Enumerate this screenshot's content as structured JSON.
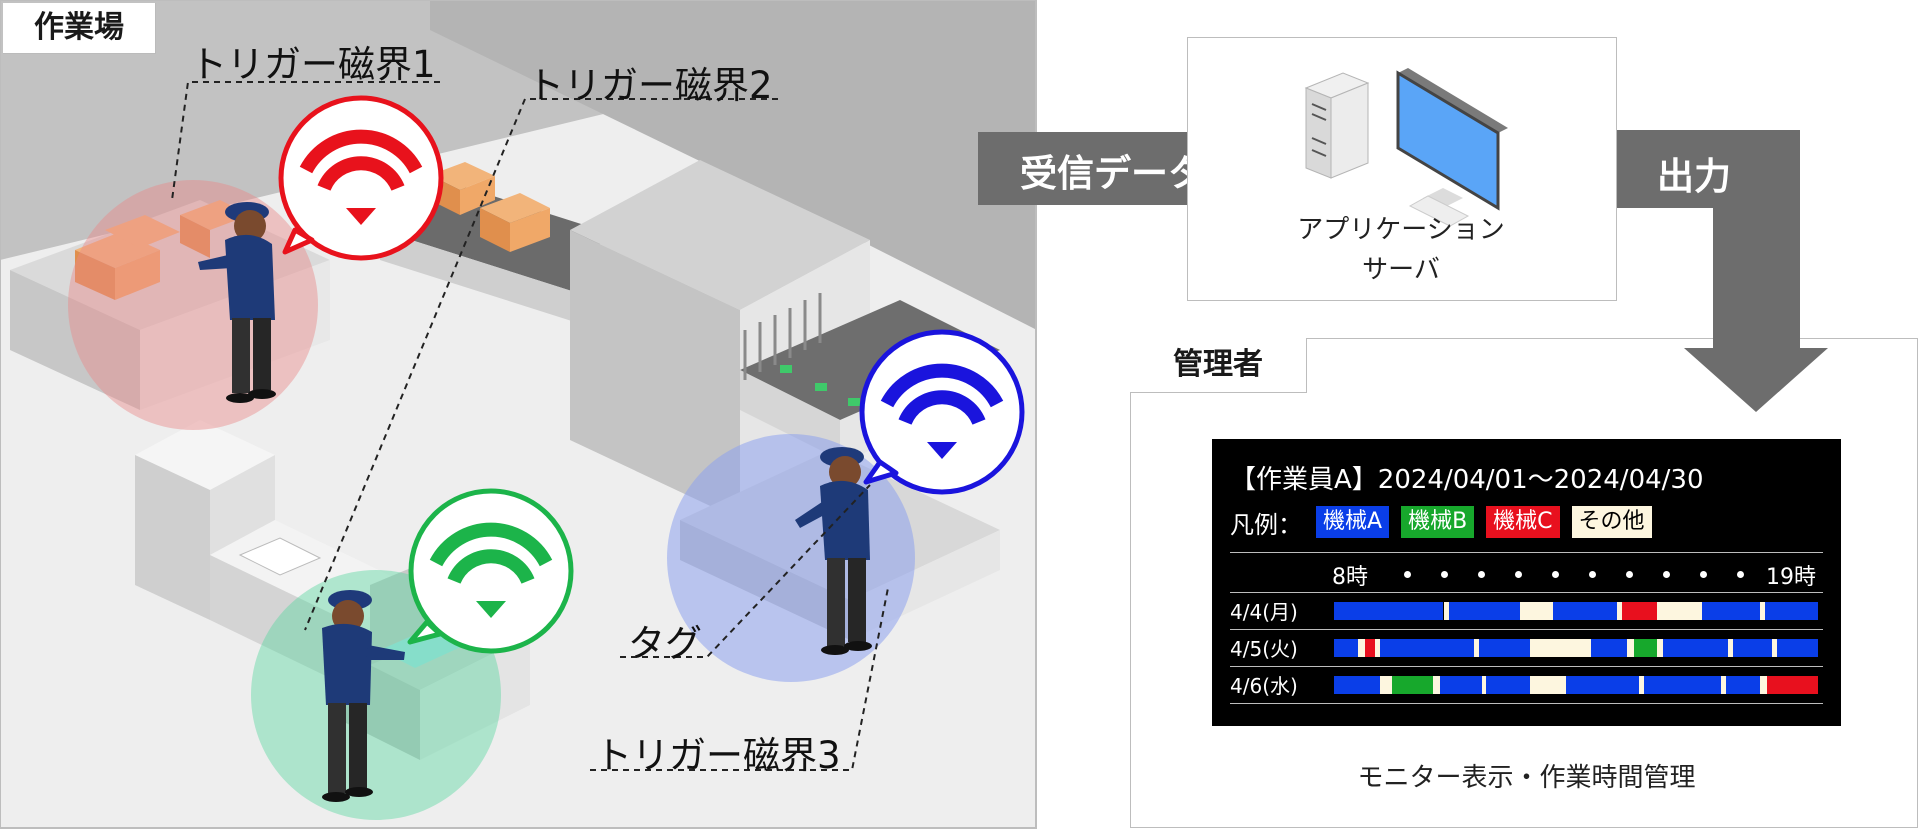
{
  "workplace": {
    "label": "作業場",
    "trigger1": "トリガー磁界1",
    "trigger2": "トリガー磁界2",
    "trigger3": "トリガー磁界3",
    "tag": "タグ",
    "signal_colors": {
      "red": "#e8121c",
      "green": "#1cb44a",
      "blue": "#1a14dd"
    }
  },
  "flow": {
    "received_data": "受信データ",
    "output": "出力"
  },
  "server": {
    "caption_line1": "アプリケーション",
    "caption_line2": "サーバ"
  },
  "admin": {
    "label": "管理者",
    "caption": "モニター表示・作業時間管理"
  },
  "monitor": {
    "title": "【作業員A】2024/04/01〜2024/04/30",
    "legend_title": "凡例：",
    "legend": [
      {
        "label": "機械A",
        "color": "#0a3ee8",
        "text_color": "#ffffff"
      },
      {
        "label": "機械B",
        "color": "#17a82c",
        "text_color": "#ffffff"
      },
      {
        "label": "機械C",
        "color": "#e8101e",
        "text_color": "#ffffff"
      },
      {
        "label": "その他",
        "color": "#fdf6df",
        "text_color": "#000000"
      }
    ],
    "hour_start": "8時",
    "hour_end": "19時",
    "days": [
      {
        "label": "4/4(月)",
        "segments": [
          {
            "start": 0.0,
            "end": 0.225,
            "cat": "A"
          },
          {
            "start": 0.228,
            "end": 0.238,
            "cat": "O"
          },
          {
            "start": 0.238,
            "end": 0.385,
            "cat": "A"
          },
          {
            "start": 0.385,
            "end": 0.452,
            "cat": "O"
          },
          {
            "start": 0.452,
            "end": 0.585,
            "cat": "A"
          },
          {
            "start": 0.585,
            "end": 0.595,
            "cat": "O"
          },
          {
            "start": 0.595,
            "end": 0.668,
            "cat": "C"
          },
          {
            "start": 0.668,
            "end": 0.76,
            "cat": "O"
          },
          {
            "start": 0.76,
            "end": 0.88,
            "cat": "A"
          },
          {
            "start": 0.88,
            "end": 0.89,
            "cat": "O"
          },
          {
            "start": 0.89,
            "end": 1.0,
            "cat": "A"
          }
        ]
      },
      {
        "label": "4/5(火)",
        "segments": [
          {
            "start": 0.0,
            "end": 0.05,
            "cat": "A"
          },
          {
            "start": 0.05,
            "end": 0.065,
            "cat": "O"
          },
          {
            "start": 0.065,
            "end": 0.085,
            "cat": "C"
          },
          {
            "start": 0.085,
            "end": 0.095,
            "cat": "O"
          },
          {
            "start": 0.095,
            "end": 0.29,
            "cat": "A"
          },
          {
            "start": 0.29,
            "end": 0.3,
            "cat": "O"
          },
          {
            "start": 0.3,
            "end": 0.405,
            "cat": "A"
          },
          {
            "start": 0.405,
            "end": 0.53,
            "cat": "O"
          },
          {
            "start": 0.53,
            "end": 0.605,
            "cat": "A"
          },
          {
            "start": 0.605,
            "end": 0.62,
            "cat": "O"
          },
          {
            "start": 0.62,
            "end": 0.668,
            "cat": "B"
          },
          {
            "start": 0.668,
            "end": 0.68,
            "cat": "O"
          },
          {
            "start": 0.68,
            "end": 0.815,
            "cat": "A"
          },
          {
            "start": 0.815,
            "end": 0.825,
            "cat": "O"
          },
          {
            "start": 0.825,
            "end": 0.905,
            "cat": "A"
          },
          {
            "start": 0.905,
            "end": 0.915,
            "cat": "O"
          },
          {
            "start": 0.915,
            "end": 1.0,
            "cat": "A"
          }
        ]
      },
      {
        "label": "4/6(水)",
        "segments": [
          {
            "start": 0.0,
            "end": 0.095,
            "cat": "A"
          },
          {
            "start": 0.095,
            "end": 0.12,
            "cat": "O"
          },
          {
            "start": 0.12,
            "end": 0.205,
            "cat": "B"
          },
          {
            "start": 0.205,
            "end": 0.218,
            "cat": "O"
          },
          {
            "start": 0.218,
            "end": 0.305,
            "cat": "A"
          },
          {
            "start": 0.305,
            "end": 0.315,
            "cat": "O"
          },
          {
            "start": 0.315,
            "end": 0.405,
            "cat": "A"
          },
          {
            "start": 0.405,
            "end": 0.48,
            "cat": "O"
          },
          {
            "start": 0.48,
            "end": 0.63,
            "cat": "A"
          },
          {
            "start": 0.63,
            "end": 0.64,
            "cat": "O"
          },
          {
            "start": 0.64,
            "end": 0.8,
            "cat": "A"
          },
          {
            "start": 0.8,
            "end": 0.81,
            "cat": "O"
          },
          {
            "start": 0.81,
            "end": 0.88,
            "cat": "A"
          },
          {
            "start": 0.88,
            "end": 0.895,
            "cat": "O"
          },
          {
            "start": 0.895,
            "end": 1.0,
            "cat": "C"
          }
        ]
      }
    ],
    "category_colors": {
      "A": "#0a3ee8",
      "B": "#17a82c",
      "C": "#e8101e",
      "O": "#fdf6df"
    }
  }
}
